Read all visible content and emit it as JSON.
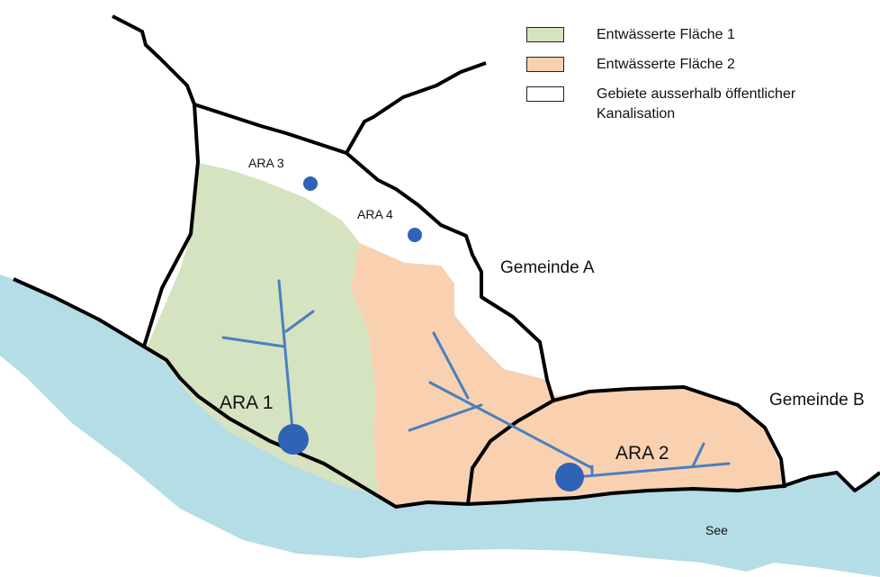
{
  "legend": {
    "items": [
      {
        "label": "Entwässerte Fläche 1",
        "color": "#d6e3c0"
      },
      {
        "label": "Entwässerte Fläche 2",
        "color": "#f9d1b0"
      },
      {
        "label": "Gebiete ausserhalb öffentlicher Kanalisation",
        "color": "#ffffff"
      }
    ]
  },
  "labels": {
    "ara1": "ARA 1",
    "ara2": "ARA 2",
    "ara3": "ARA 3",
    "ara4": "ARA 4",
    "gemeinde_a": "Gemeinde A",
    "gemeinde_b": "Gemeinde B",
    "see": "See"
  },
  "colors": {
    "lake": "#b5dde6",
    "area1": "#d6e3c0",
    "area2": "#f9d1b0",
    "boundary": "#000000",
    "network": "#4a7fc0",
    "plant": "#2e63b5"
  }
}
